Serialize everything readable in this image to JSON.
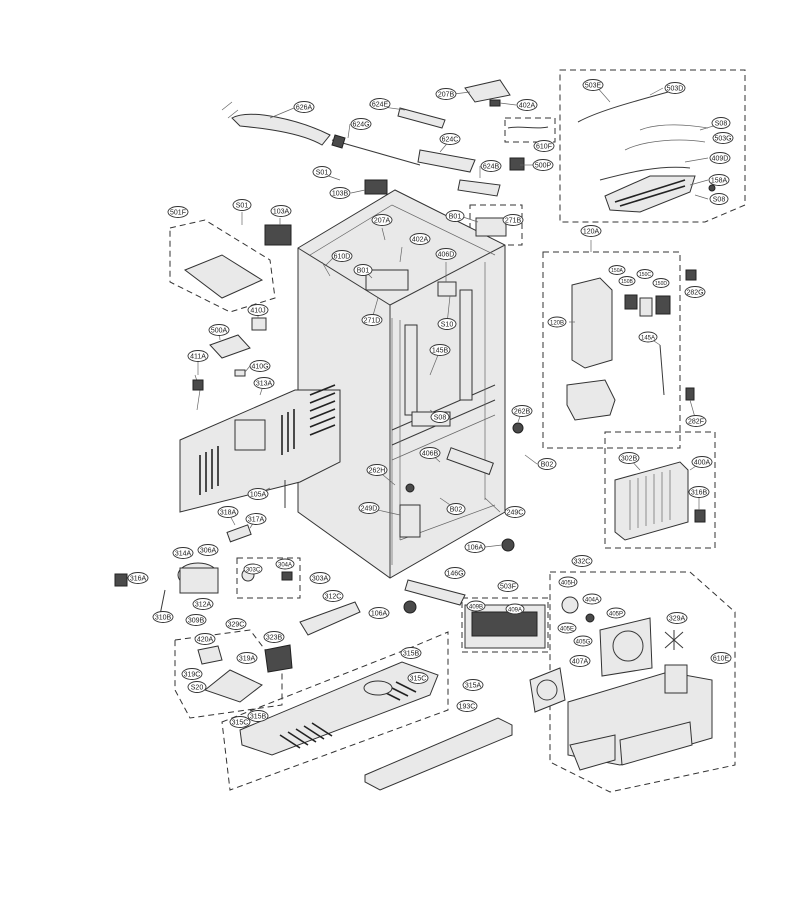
{
  "labels": [
    {
      "id": "626A",
      "text": "626A"
    },
    {
      "id": "624E",
      "text": "624E"
    },
    {
      "id": "207B",
      "text": "207B"
    },
    {
      "id": "402A_t",
      "text": "402A"
    },
    {
      "id": "503E",
      "text": "503E"
    },
    {
      "id": "503D",
      "text": "503D"
    },
    {
      "id": "624G",
      "text": "624G"
    },
    {
      "id": "624C",
      "text": "624C"
    },
    {
      "id": "610F",
      "text": "610F"
    },
    {
      "id": "S08_a",
      "text": "S08"
    },
    {
      "id": "503G",
      "text": "503G"
    },
    {
      "id": "500P",
      "text": "500P"
    },
    {
      "id": "624B",
      "text": "624B"
    },
    {
      "id": "S01_a",
      "text": "S01"
    },
    {
      "id": "409D",
      "text": "409D"
    },
    {
      "id": "103B",
      "text": "103B"
    },
    {
      "id": "158A",
      "text": "158A"
    },
    {
      "id": "S08_b",
      "text": "S08"
    },
    {
      "id": "501F",
      "text": "501F"
    },
    {
      "id": "S01_b",
      "text": "S01"
    },
    {
      "id": "103A",
      "text": "103A"
    },
    {
      "id": "207A",
      "text": "207A"
    },
    {
      "id": "B01_a",
      "text": "B01"
    },
    {
      "id": "271B",
      "text": "271B"
    },
    {
      "id": "402A_m",
      "text": "402A"
    },
    {
      "id": "120A",
      "text": "120A"
    },
    {
      "id": "610D",
      "text": "610D"
    },
    {
      "id": "406D",
      "text": "406D"
    },
    {
      "id": "B01_b",
      "text": "B01"
    },
    {
      "id": "150A",
      "text": "150A"
    },
    {
      "id": "150C",
      "text": "150C"
    },
    {
      "id": "150B",
      "text": "150B"
    },
    {
      "id": "150D",
      "text": "150D"
    },
    {
      "id": "282G",
      "text": "282G"
    },
    {
      "id": "410J",
      "text": "410J"
    },
    {
      "id": "271D",
      "text": "271D"
    },
    {
      "id": "S10",
      "text": "S10"
    },
    {
      "id": "120B",
      "text": "120B"
    },
    {
      "id": "500A",
      "text": "500A"
    },
    {
      "id": "145A",
      "text": "145A"
    },
    {
      "id": "145B",
      "text": "145B"
    },
    {
      "id": "411A",
      "text": "411A"
    },
    {
      "id": "410G",
      "text": "410G"
    },
    {
      "id": "313A",
      "text": "313A"
    },
    {
      "id": "S08_c",
      "text": "S08"
    },
    {
      "id": "262B",
      "text": "262B"
    },
    {
      "id": "282F",
      "text": "282F"
    },
    {
      "id": "406B",
      "text": "406B"
    },
    {
      "id": "B02_a",
      "text": "B02"
    },
    {
      "id": "302B",
      "text": "302B"
    },
    {
      "id": "400A",
      "text": "400A"
    },
    {
      "id": "262H",
      "text": "262H"
    },
    {
      "id": "105A",
      "text": "105A"
    },
    {
      "id": "316B",
      "text": "316B"
    },
    {
      "id": "249D",
      "text": "249D"
    },
    {
      "id": "B02_b",
      "text": "B02"
    },
    {
      "id": "249C",
      "text": "249C"
    },
    {
      "id": "318A",
      "text": "318A"
    },
    {
      "id": "317A",
      "text": "317A"
    },
    {
      "id": "106A_a",
      "text": "106A"
    },
    {
      "id": "314A",
      "text": "314A"
    },
    {
      "id": "306A",
      "text": "306A"
    },
    {
      "id": "303C",
      "text": "303C"
    },
    {
      "id": "304A",
      "text": "304A"
    },
    {
      "id": "332C",
      "text": "332C"
    },
    {
      "id": "146G",
      "text": "146G"
    },
    {
      "id": "316A",
      "text": "316A"
    },
    {
      "id": "303A",
      "text": "303A"
    },
    {
      "id": "405H",
      "text": "405H"
    },
    {
      "id": "503F",
      "text": "503F"
    },
    {
      "id": "312A",
      "text": "312A"
    },
    {
      "id": "312C",
      "text": "312C"
    },
    {
      "id": "404A",
      "text": "404A"
    },
    {
      "id": "310B",
      "text": "310B"
    },
    {
      "id": "106A_b",
      "text": "106A"
    },
    {
      "id": "409B",
      "text": "409B"
    },
    {
      "id": "409A",
      "text": "409A"
    },
    {
      "id": "405P",
      "text": "405P"
    },
    {
      "id": "329A",
      "text": "329A"
    },
    {
      "id": "309B",
      "text": "309B"
    },
    {
      "id": "329C",
      "text": "329C"
    },
    {
      "id": "405E",
      "text": "405E"
    },
    {
      "id": "405G",
      "text": "405G"
    },
    {
      "id": "420A",
      "text": "420A"
    },
    {
      "id": "323B",
      "text": "323B"
    },
    {
      "id": "315B_a",
      "text": "315B"
    },
    {
      "id": "610E",
      "text": "610E"
    },
    {
      "id": "319A",
      "text": "319A"
    },
    {
      "id": "407A",
      "text": "407A"
    },
    {
      "id": "319C",
      "text": "319C"
    },
    {
      "id": "315C_a",
      "text": "315C"
    },
    {
      "id": "S20",
      "text": "S20"
    },
    {
      "id": "315A",
      "text": "315A"
    },
    {
      "id": "193C",
      "text": "193C"
    },
    {
      "id": "315B_b",
      "text": "315B"
    },
    {
      "id": "315C_b",
      "text": "315C"
    }
  ]
}
